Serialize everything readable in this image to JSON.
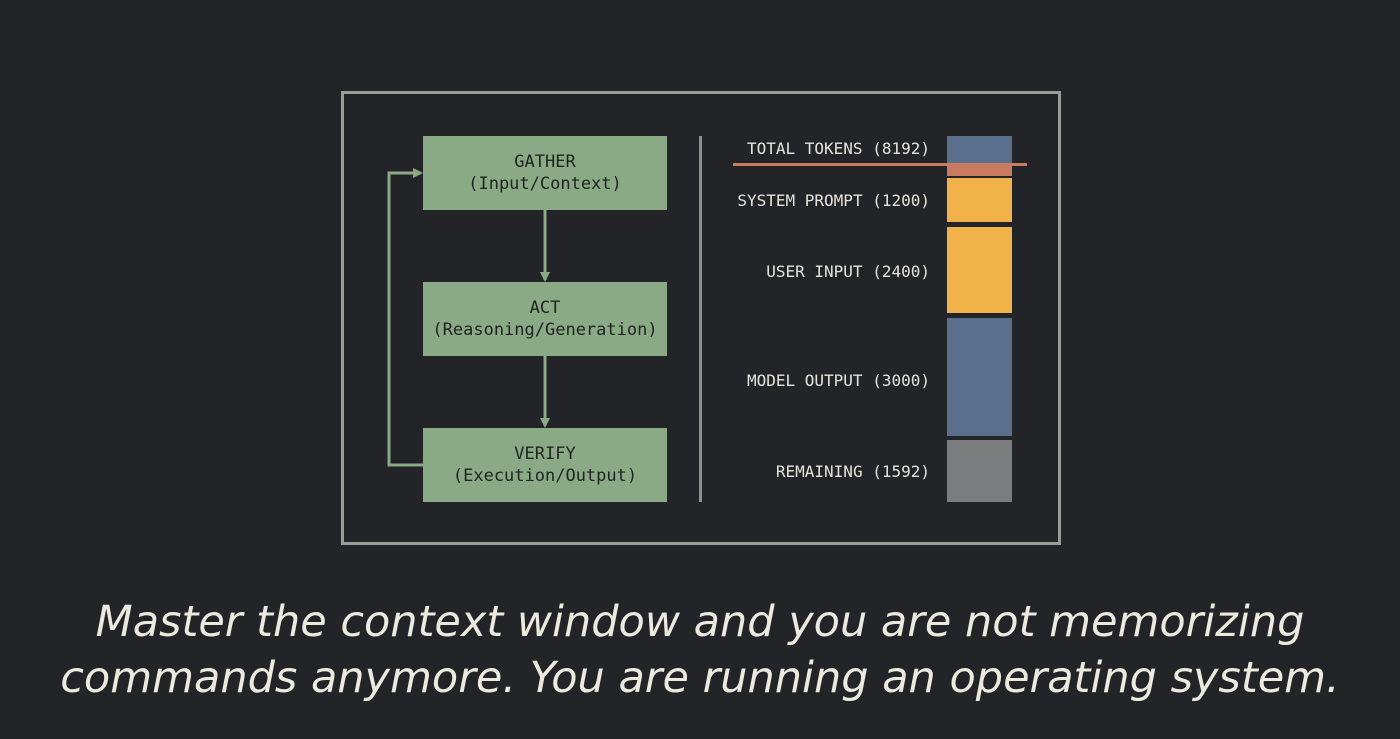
{
  "flow": {
    "gather": {
      "title": "GATHER",
      "subtitle": "(Input/Context)"
    },
    "act": {
      "title": "ACT",
      "subtitle": "(Reasoning/Generation)"
    },
    "verify": {
      "title": "VERIFY",
      "subtitle": "(Execution/Output)"
    }
  },
  "tokens": {
    "total": {
      "label": "TOTAL TOKENS (8192)"
    },
    "system": {
      "label": "SYSTEM PROMPT (1200)"
    },
    "user": {
      "label": "USER INPUT (2400)"
    },
    "model": {
      "label": "MODEL OUTPUT (3000)"
    },
    "remaining": {
      "label": "REMAINING (1592)"
    }
  },
  "colors": {
    "flow_box": "#8aa985",
    "total_segment": "#5a6f8c",
    "limit_line": "#c97b62",
    "system_segment": "#f2b24a",
    "user_segment": "#f2b24a",
    "model_segment": "#5a6f8c",
    "remaining_segment": "#7a7c7e"
  },
  "caption": {
    "line1": "Master the context window and you are not memorizing",
    "line2": "commands anymore. You are running an operating system."
  }
}
